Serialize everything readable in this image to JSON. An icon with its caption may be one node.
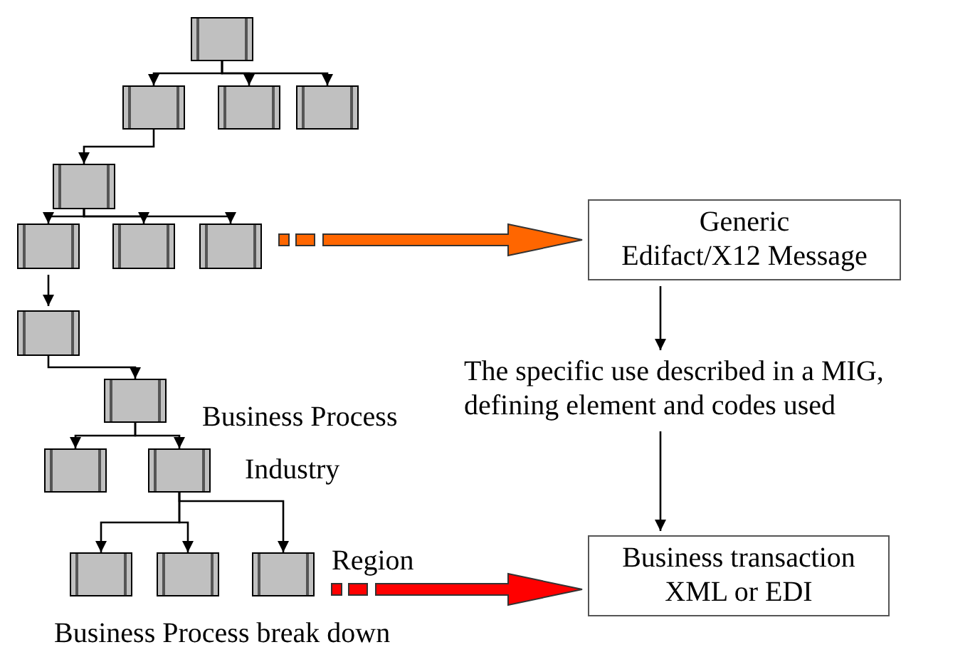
{
  "diagram": {
    "nodes": [
      {
        "text": [],
        "shape": "box"
      },
      {
        "text": [],
        "shape": "box"
      },
      {
        "text": [],
        "shape": "box"
      },
      {
        "text": [],
        "shape": "box"
      },
      {
        "text": [],
        "shape": "box"
      },
      {
        "text": [],
        "shape": "box"
      },
      {
        "text": [],
        "shape": "box"
      },
      {
        "text": [],
        "shape": "box"
      },
      {
        "text": [],
        "shape": "box"
      },
      {
        "text": [],
        "shape": "box"
      },
      {
        "text": [],
        "shape": "box"
      },
      {
        "text": [],
        "shape": "box"
      },
      {
        "text": [],
        "shape": "box"
      },
      {
        "text": [],
        "shape": "box"
      },
      {
        "text": [],
        "shape": "box"
      },
      {
        "text": [
          "Generic",
          "Edifact/X12 Message"
        ]
      },
      {
        "text": [
          "The specific use described in a MIG, defining element and codes used"
        ]
      },
      {
        "text": [
          "Business transaction XML or EDI"
        ]
      }
    ],
    "edges": [
      {
        "from": 0,
        "to": 1,
        "arrow": "to"
      },
      {
        "from": 0,
        "to": 2,
        "arrow": "to"
      },
      {
        "from": 0,
        "to": 3,
        "arrow": "to"
      },
      {
        "from": 1,
        "to": 4,
        "arrow": "to"
      },
      {
        "from": 4,
        "to": 5,
        "arrow": "to"
      },
      {
        "from": 4,
        "to": 6,
        "arrow": "to"
      },
      {
        "from": 4,
        "to": 7,
        "arrow": "to"
      },
      {
        "from": 5,
        "to": 8,
        "arrow": "to"
      },
      {
        "from": 8,
        "to": 9,
        "arrow": "to"
      },
      {
        "from": 9,
        "to": 10,
        "arrow": "to"
      },
      {
        "from": 9,
        "to": 11,
        "arrow": "to"
      },
      {
        "from": 11,
        "to": 12,
        "arrow": "to"
      },
      {
        "from": 11,
        "to": 13,
        "arrow": "to"
      },
      {
        "from": 11,
        "to": 14,
        "arrow": "to"
      },
      {
        "from": 7,
        "to": 15,
        "arrow": "to",
        "style": "thick",
        "color": "#ff6600"
      },
      {
        "from": 15,
        "to": 16,
        "arrow": "to"
      },
      {
        "from": 16,
        "to": 17,
        "arrow": "to"
      },
      {
        "from": 14,
        "to": 17,
        "arrow": "to",
        "style": "thick",
        "color": "#ff0000"
      }
    ],
    "labels": [
      "Business Process",
      "Industry",
      "Region",
      "Business Process break down"
    ]
  }
}
